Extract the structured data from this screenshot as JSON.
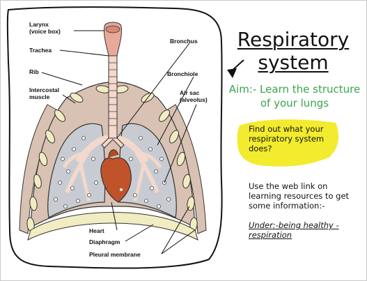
{
  "slide": {
    "title_line1": "Respiratory",
    "title_line2": "system",
    "aim": "Aim:- Learn the structure of your lungs",
    "question": "Find out what your respiratory system does?",
    "instruction": "Use the web link on learning resources to get some information:-",
    "link": "Under:-being healthy - respiration"
  },
  "diagram": {
    "labels": {
      "larynx": "Larynx\n(voice box)",
      "trachea": "Trachea",
      "rib": "Rib",
      "intercostal": "Intercostal\nmuscle",
      "bronchus": "Bronchus",
      "bronchiole": "Bronchiole",
      "air_sac": "Air sac\n(alveolus)",
      "heart": "Heart",
      "diaphragm": "Diaphragm",
      "pleural": "Pleural membrane"
    },
    "colors": {
      "lung_fill": "#c8ccd2",
      "pleura": "#d9c2b3",
      "bronchi": "#f3d8cc",
      "heart": "#c0532a",
      "ribs": "#f2ecc2",
      "aim_green": "#3aa54b",
      "highlight": "#f2ea22"
    }
  }
}
